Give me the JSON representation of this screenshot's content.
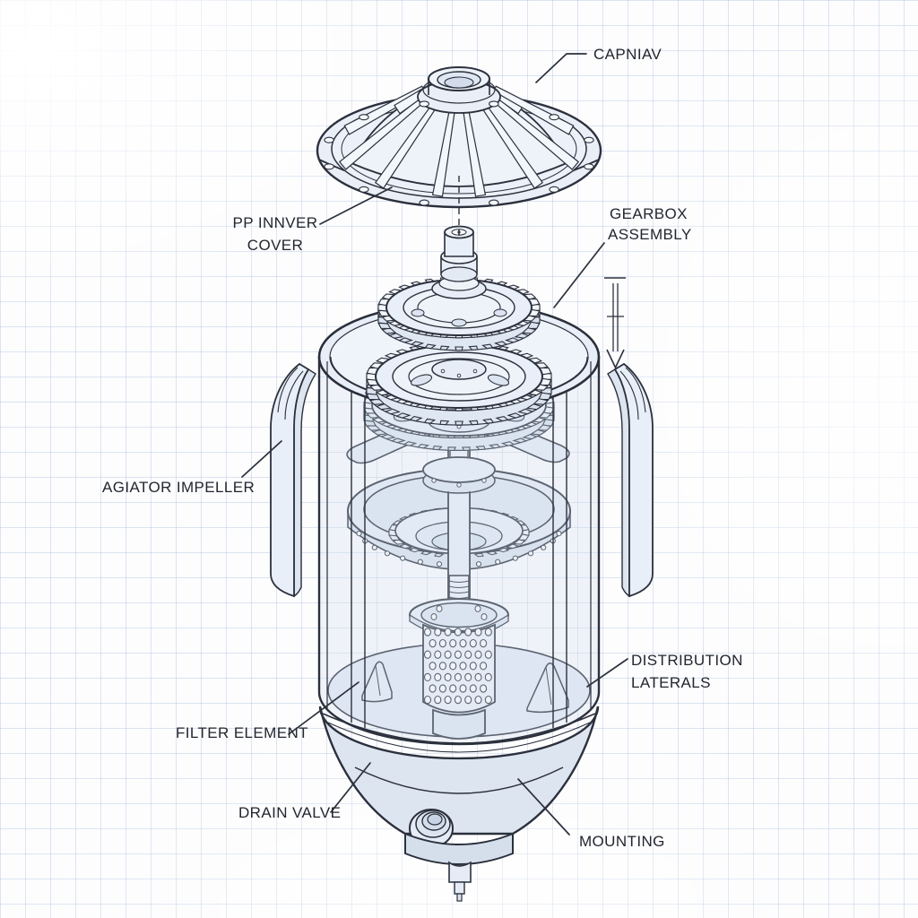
{
  "meta": {
    "kind": "technical blueprint",
    "view": "exploded assembly diagram"
  },
  "colors": {
    "ink": "#2b303c",
    "paper": "#fdfdfe",
    "grid": "#dce6f2",
    "fill": "#e9eef7"
  },
  "labels": {
    "cap": "CAPNIAV",
    "inner_cover_1": "PP INNVER",
    "inner_cover_2": "COVER",
    "gearbox_1": "GEARBOX",
    "gearbox_2": "ASSEMBLY",
    "agitator": "AGIATOR IMPELLER",
    "distribution_1": "DISTRIBUTION",
    "distribution_2": "LATERALS",
    "filter": "FILTER ELEMENT",
    "drain": "DRAIN VALVE",
    "mounting": "MOUNTING"
  }
}
